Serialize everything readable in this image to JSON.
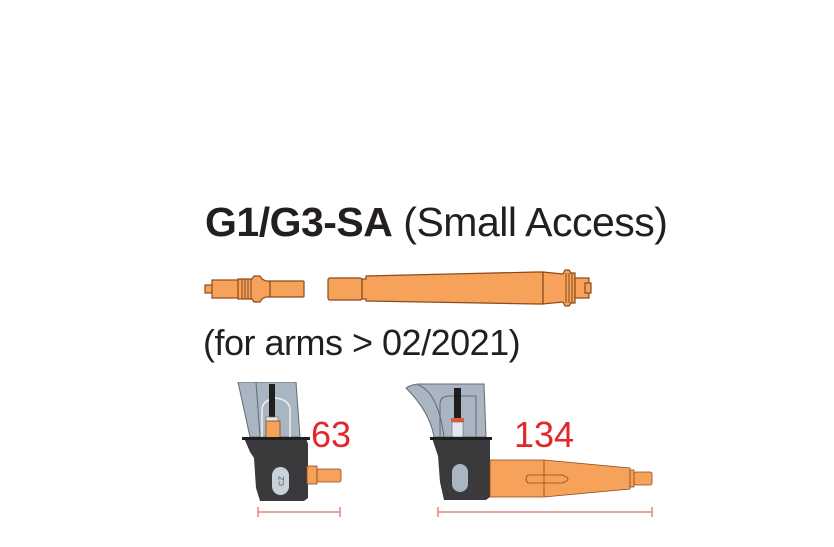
{
  "title": {
    "product_code": "G1/G3-SA",
    "description": "(Small Access)"
  },
  "subtitle": "(for arms > 02/2021)",
  "parts": [
    {
      "name": "short electrode adapter",
      "color": "#f7a25a"
    },
    {
      "name": "long tapered electrode holder",
      "color": "#f7a25a"
    }
  ],
  "configurations": [
    {
      "label": "63",
      "description": "short configuration with adapter"
    },
    {
      "label": "134",
      "description": "long configuration with tapered holder"
    }
  ],
  "colors": {
    "part_fill": "#f7a25a",
    "part_stroke": "#8a4a1c",
    "dimension_text": "#e2262a",
    "dimension_line": "#e0857a",
    "arm_fill": "#a9b6c2",
    "arm_stroke": "#5f6b77",
    "body_dark": "#3a3a3c",
    "text": "#231f20"
  }
}
